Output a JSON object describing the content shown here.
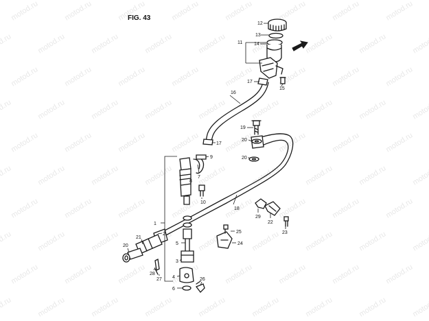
{
  "figure": {
    "title": "FIG. 43"
  },
  "watermark": {
    "text": "motod.ru"
  },
  "callouts": {
    "c1": "1",
    "c2": "2",
    "c3": "3",
    "c4": "4",
    "c5": "5",
    "c6": "6",
    "c7": "7",
    "c8": "8",
    "c9": "9",
    "c10": "10",
    "c11": "11",
    "c12": "12",
    "c13": "13",
    "c14": "14",
    "c15": "15",
    "c16": "16",
    "c17a": "17",
    "c17b": "17",
    "c18": "18",
    "c19": "19",
    "c20a": "20",
    "c20b": "20",
    "c20c": "20",
    "c21": "21",
    "c22": "22",
    "c23": "23",
    "c24": "24",
    "c25": "25",
    "c26": "26",
    "c27": "27",
    "c28": "28",
    "c29": "29"
  }
}
